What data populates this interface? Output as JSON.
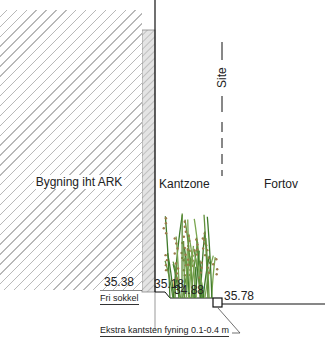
{
  "diagram": {
    "nodes": [
      {
        "text": [
          "Bygning iht ARK"
        ]
      }
    ],
    "labels": [
      "Kantzone",
      "Site",
      "Fortov",
      "35.38",
      "35.18",
      "34.88",
      "35.78",
      "Fri sokkel",
      "Ekstra kantsten fyning 0.1-0.4 m"
    ]
  }
}
